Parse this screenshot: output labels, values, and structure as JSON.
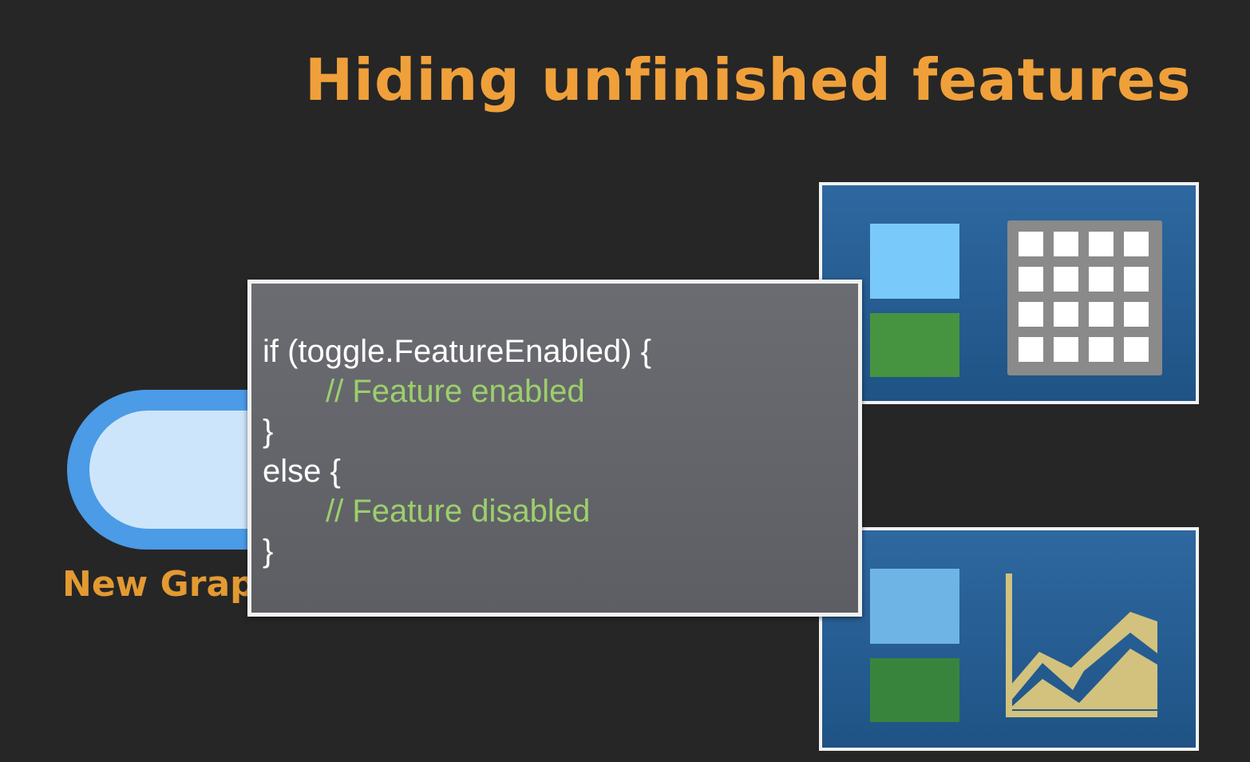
{
  "slide": {
    "title": "Hiding unfinished features",
    "toggle_label": "New Graph"
  },
  "code": {
    "lines": [
      "if (toggle.FeatureEnabled) {",
      "// Feature enabled",
      "}",
      "else {",
      "// Feature disabled",
      "}"
    ]
  },
  "colors": {
    "title": "#f0a03a",
    "toggle_label": "#e39a32",
    "toggle_outline": "#4b9be6",
    "toggle_fill": "#cde5fa",
    "panel_fill": "#2a5f95",
    "comment_text": "#9ccf6c",
    "chart_fill": "#d2c27e"
  },
  "icons": {
    "table_icon": "grid-table-icon",
    "chart_icon": "area-chart-icon"
  }
}
